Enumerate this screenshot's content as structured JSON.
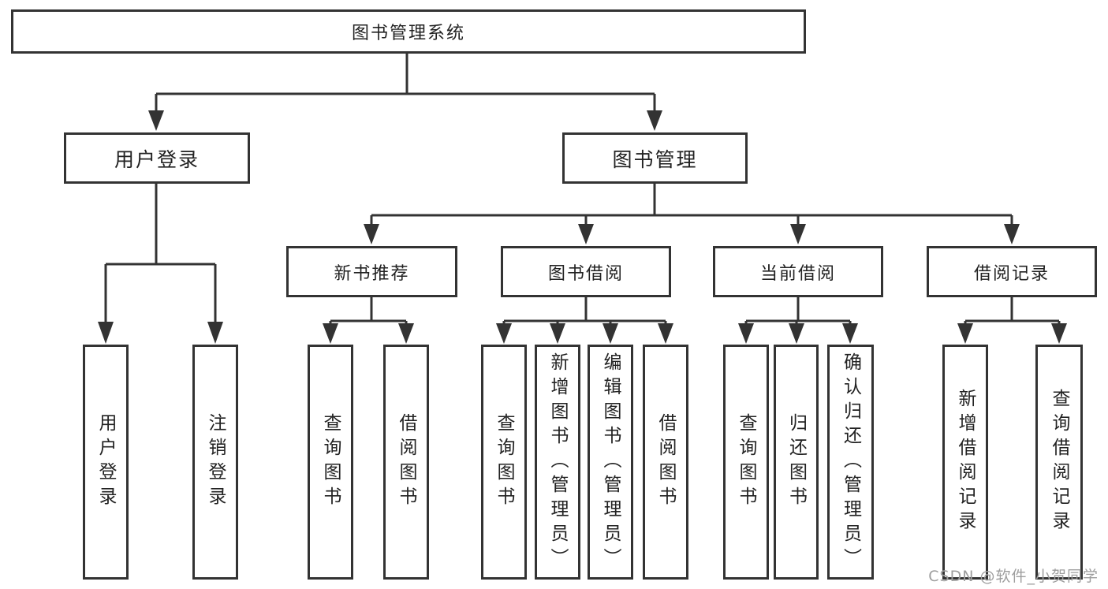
{
  "tree": {
    "root": "图书管理系统",
    "branches": [
      {
        "label": "用户登录",
        "children": [
          "用户登录",
          "注销登录"
        ]
      },
      {
        "label": "图书管理",
        "modules": [
          {
            "label": "新书推荐",
            "children": [
              "查询图书",
              "借阅图书"
            ]
          },
          {
            "label": "图书借阅",
            "children": [
              "查询图书",
              "新增图书（管理员）",
              "编辑图书（管理员）",
              "借阅图书"
            ]
          },
          {
            "label": "当前借阅",
            "children": [
              "查询图书",
              "归还图书",
              "确认归还（管理员）"
            ]
          },
          {
            "label": "借阅记录",
            "children": [
              "新增借阅记录",
              "查询借阅记录"
            ]
          }
        ]
      }
    ]
  },
  "colors": {
    "line": "#333333",
    "text": "#222222",
    "watermark_text": "#9e9e9e",
    "background": "#ffffff"
  },
  "watermark": "CSDN @软件_小贺同学"
}
